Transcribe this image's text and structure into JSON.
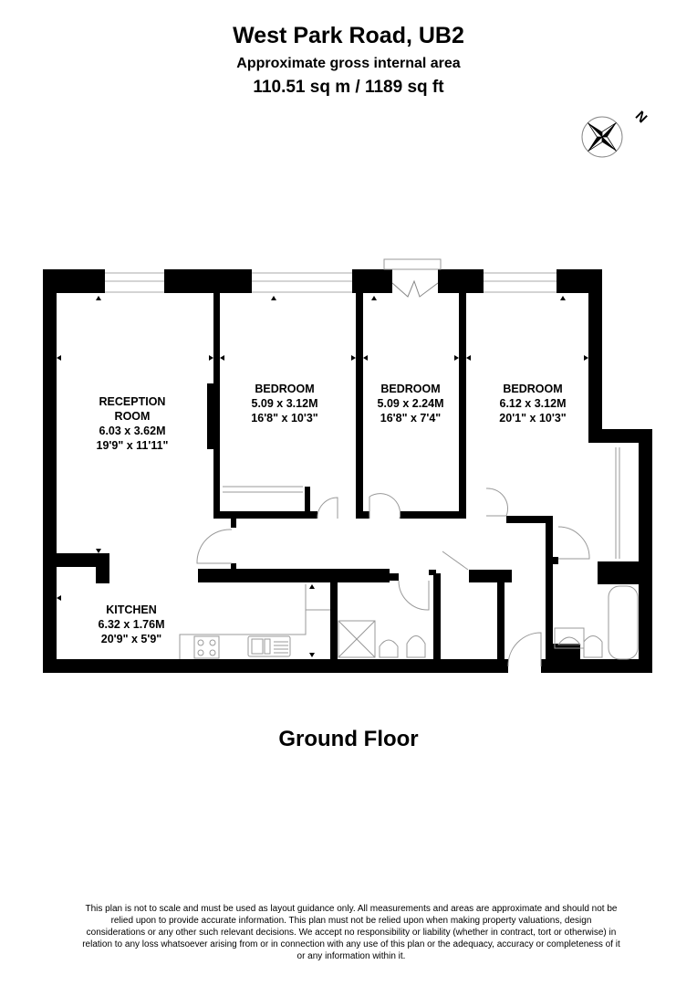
{
  "header": {
    "title": "West Park Road, UB2",
    "subtitle": "Approximate gross internal area",
    "area": "110.51 sq m / 1189 sq ft"
  },
  "compass": {
    "icon": "compass-rose-icon",
    "north_label": "N"
  },
  "rooms": [
    {
      "name_line1": "RECEPTION",
      "name_line2": "ROOM",
      "metric": "6.03 x 3.62M",
      "imperial": "19'9\" x 11'11\""
    },
    {
      "name_line1": "BEDROOM",
      "metric": "5.09 x 3.12M",
      "imperial": "16'8\" x 10'3\""
    },
    {
      "name_line1": "BEDROOM",
      "metric": "5.09 x 2.24M",
      "imperial": "16'8\" x 7'4\""
    },
    {
      "name_line1": "BEDROOM",
      "metric": "6.12 x 3.12M",
      "imperial": "20'1\" x 10'3\""
    },
    {
      "name_line1": "KITCHEN",
      "metric": "6.32 x 1.76M",
      "imperial": "20'9\" x 5'9\""
    }
  ],
  "floor": {
    "name": "Ground Floor"
  },
  "colors": {
    "wall": "#000000",
    "fixture_line": "#999999",
    "background": "#ffffff"
  },
  "disclaimer": "This plan is not to scale and must be used as layout guidance only. All measurements and areas are approximate and should not be relied upon to provide accurate information. This plan must not be relied upon when making property valuations, design considerations or any other such relevant decisions. We accept no responsibility or liability (whether in contract, tort or otherwise) in relation to any loss whatsoever arising from or in connection with any use of this plan or the adequacy, accuracy or completeness of it or any information within it."
}
